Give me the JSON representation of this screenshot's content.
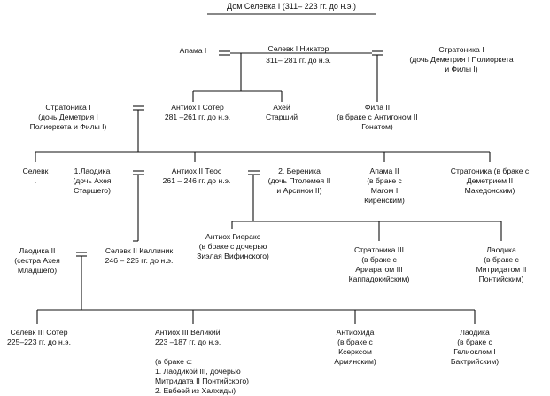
{
  "title": "Дом Селевка I (311– 223 гг. до н.э.)",
  "nodes": {
    "apama1": [
      "Апама I"
    ],
    "seleucus1": [
      "Селевк I Никатор",
      "311– 281 гг. до н.э."
    ],
    "stratonice_top": [
      "Стратоника I",
      "(дочь Деметрия I Полиоркета",
      "и Филы I)"
    ],
    "stratonice1": [
      "Стратоника I",
      "(дочь Деметрия I",
      "Полиоркета и Филы I)"
    ],
    "antiochus1": [
      "Антиох I Сотер",
      "281 –261 гг. до н.э."
    ],
    "achaeus": [
      "Ахей",
      "Старший"
    ],
    "phila2": [
      "Фила II",
      "(в браке с Антигоном II",
      "Гонатом)"
    ],
    "seleucus_son": [
      "Селевк",
      "."
    ],
    "laodice1": [
      "1.Лаодика",
      "(дочь Ахея",
      "Старшего)"
    ],
    "antiochus2": [
      "Антиох II Теос",
      "261 – 246 гг. до н.э."
    ],
    "berenice": [
      "2. Береника",
      "(дочь Птолемея II",
      "и Арсинои II)"
    ],
    "apama2": [
      "Апама II",
      "(в браке с",
      "Магом I",
      "Киренским)"
    ],
    "stratonice_d": [
      "Стратоника (в браке с",
      "Деметрием II",
      "Македонским)"
    ],
    "laodice2": [
      "Лаодика II",
      "(сестра Ахея",
      "Младшего)"
    ],
    "seleucus2": [
      "Селевк II Каллиник",
      "246 – 225 гг. до н.э."
    ],
    "antiochus_hierax": [
      "Антиох Гиеракс",
      "(в браке с дочерью",
      "Зиэлая Вифинского)"
    ],
    "stratonice3": [
      "Стратоника III",
      "(в браке с",
      "Ариаратом III",
      "Каппадокийским)"
    ],
    "laodice_mith": [
      "Лаодика",
      "(в браке с",
      "Митридатом II",
      "Понтийским)"
    ],
    "seleucus3": [
      "Селевк  III Сотер",
      "225–223 гг. до н.э."
    ],
    "antiochus3": [
      "Антиох III Великий",
      "223 –187 гг. до н.э.",
      "",
      "(в браке с:",
      "1. Лаодикой III, дочерью",
      "Митридата II Понтийского)",
      "2. Евбеей из Халхиды)"
    ],
    "antiochis": [
      "Антиохида",
      "(в браке с",
      "Ксерксом",
      "Армянским)"
    ],
    "laodice_hel": [
      "Лаодика",
      "(в браке с",
      "Гелиоклом I",
      "Бактрийским)"
    ]
  }
}
